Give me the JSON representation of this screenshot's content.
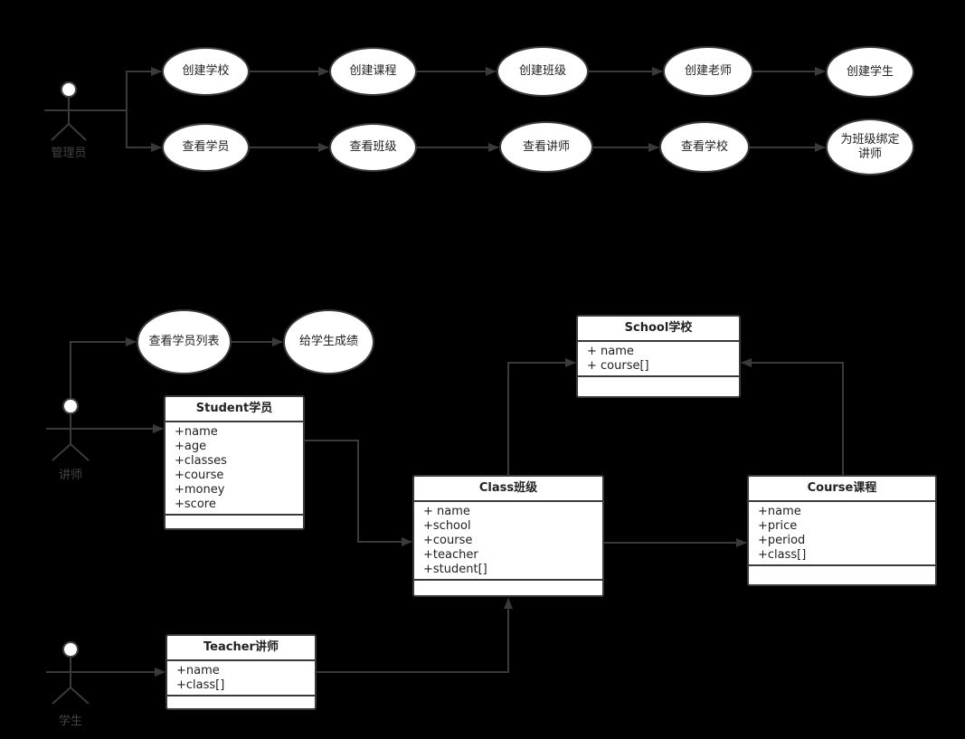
{
  "actors": [
    {
      "key": "admin",
      "label": "管理员"
    },
    {
      "key": "lecturer",
      "label": "讲师"
    },
    {
      "key": "student",
      "label": "学生"
    }
  ],
  "use_cases": [
    {
      "key": "create-school",
      "label": "创建学校"
    },
    {
      "key": "create-course",
      "label": "创建课程"
    },
    {
      "key": "create-class",
      "label": "创建班级"
    },
    {
      "key": "create-teacher",
      "label": "创建老师"
    },
    {
      "key": "create-student",
      "label": "创建学生"
    },
    {
      "key": "view-students",
      "label": "查看学员"
    },
    {
      "key": "view-classes",
      "label": "查看班级"
    },
    {
      "key": "view-lecturers",
      "label": "查看讲师"
    },
    {
      "key": "view-schools",
      "label": "查看学校"
    },
    {
      "key": "bind-lecturer",
      "label": "为班级绑定\n讲师"
    },
    {
      "key": "view-student-list",
      "label": "查看学员列表"
    },
    {
      "key": "grade-students",
      "label": "给学生成绩"
    }
  ],
  "classes": [
    {
      "key": "school",
      "title": "School学校",
      "attrs": [
        "+ name",
        "+ course[]"
      ]
    },
    {
      "key": "student",
      "title": "Student学员",
      "attrs": [
        "+name",
        "+age",
        "+classes",
        "+course",
        "+money",
        "+score"
      ]
    },
    {
      "key": "class",
      "title": "Class班级",
      "attrs": [
        "+ name",
        "+school",
        "+course",
        "+teacher",
        "+student[]"
      ]
    },
    {
      "key": "course",
      "title": "Course课程",
      "attrs": [
        "+name",
        "+price",
        "+period",
        "+class[]"
      ]
    },
    {
      "key": "teacher",
      "title": "Teacher讲师",
      "attrs": [
        "+name",
        "+class[]"
      ]
    }
  ]
}
